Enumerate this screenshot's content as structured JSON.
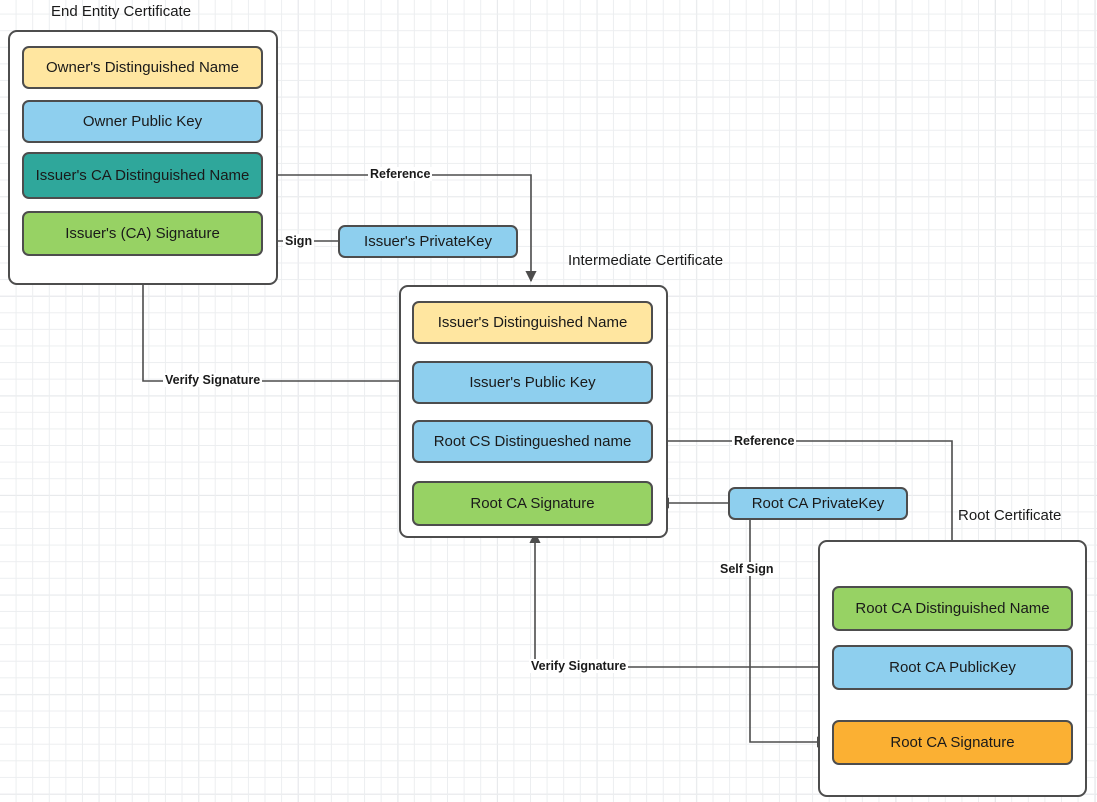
{
  "diagram": {
    "title_end_entity": "End Entity Certificate",
    "title_intermediate": "Intermediate Certificate",
    "title_root": "Root Certificate"
  },
  "colors": {
    "yellow": "#ffe6a0",
    "blue": "#8ecfee",
    "teal": "#2fa79b",
    "green": "#97d264",
    "orange": "#fbb033",
    "stroke": "#4d4d4d",
    "text": "#1a1a1a",
    "background": "#ffffff",
    "grid_minor": "#eceef0",
    "grid_major": "#d8dade"
  },
  "end_entity_certificate": {
    "title": "End Entity Certificate",
    "fields": [
      {
        "label": "Owner's Distinguished Name",
        "color": "#ffe6a0"
      },
      {
        "label": "Owner Public  Key",
        "color": "#8ecfee"
      },
      {
        "label": "Issuer's CA Distinguished Name",
        "color": "#2fa79b"
      },
      {
        "label": "Issuer's (CA) Signature",
        "color": "#97d264"
      }
    ]
  },
  "intermediate_certificate": {
    "title": "Intermediate Certificate",
    "fields": [
      {
        "label": "Issuer's Distinguished Name",
        "color": "#ffe6a0"
      },
      {
        "label": "Issuer's Public  Key",
        "color": "#8ecfee"
      },
      {
        "label": "Root CS Distingueshed name",
        "color": "#8ecfee"
      },
      {
        "label": "Root CA Signature",
        "color": "#97d264"
      }
    ]
  },
  "root_certificate": {
    "title": "Root Certificate",
    "fields": [
      {
        "label": "Root CA Distinguished Name",
        "color": "#97d264"
      },
      {
        "label": "Root CA PublicKey",
        "color": "#8ecfee"
      },
      {
        "label": "Root CA Signature",
        "color": "#fbb033"
      }
    ]
  },
  "keys": [
    {
      "label": "Issuer's PrivateKey",
      "color": "#8ecfee"
    },
    {
      "label": "Root CA PrivateKey",
      "color": "#8ecfee"
    }
  ],
  "edges": [
    {
      "label": "Reference",
      "from": "Issuer's CA Distinguished Name",
      "to": "Intermediate Certificate"
    },
    {
      "label": "Sign",
      "from": "Issuer's PrivateKey",
      "to": "Issuer's (CA) Signature"
    },
    {
      "label": "Verify Signature",
      "from": "Issuer's Public  Key",
      "to": "Issuer's (CA) Signature"
    },
    {
      "label": "Reference",
      "from": "Root CS Distingueshed name",
      "to": "Root CA Distinguished Name"
    },
    {
      "label": "Self Sign",
      "from": "Root CA PrivateKey",
      "to": "Root CA Signature"
    },
    {
      "label": "Verify Signature",
      "from": "Root CA PublicKey",
      "to": "Root CA Signature (Intermediate)"
    }
  ]
}
